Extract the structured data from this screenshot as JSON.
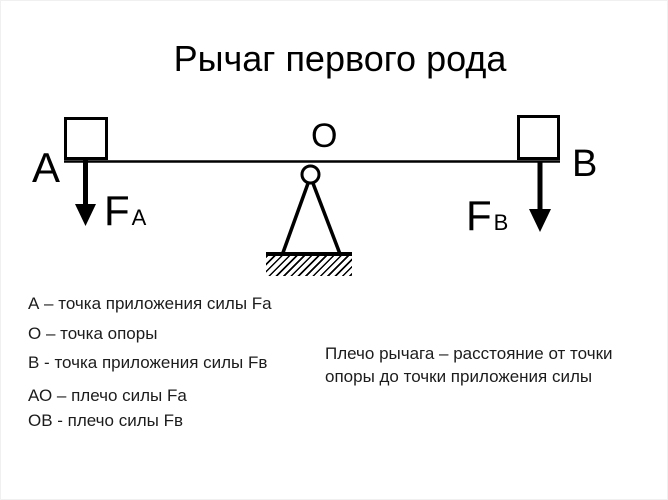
{
  "slide": {
    "title": "Рычаг первого рода"
  },
  "diagram": {
    "labels": {
      "point_a": "А",
      "point_o": "О",
      "point_b": "В",
      "force_a_main": "F",
      "force_a_sub": "А",
      "force_b_main": "F",
      "force_b_sub": "В"
    },
    "shapes": {
      "beam": "horizontal lever beam",
      "load_a": "square load at A",
      "load_b": "square load at B",
      "fulcrum": "triangle support with pivot circle",
      "ground": "hatched ground"
    },
    "colors": {
      "ink": "#000000",
      "background": "#ffffff"
    }
  },
  "definitions": [
    "А – точка приложения силы Fа",
    "О – точка опоры",
    "В - точка приложения силы Fв",
    "АО – плечо силы Fа",
    "ОВ - плечо силы Fв"
  ],
  "note": "Плечо рычага – расстояние от точки опоры до точки приложения силы"
}
